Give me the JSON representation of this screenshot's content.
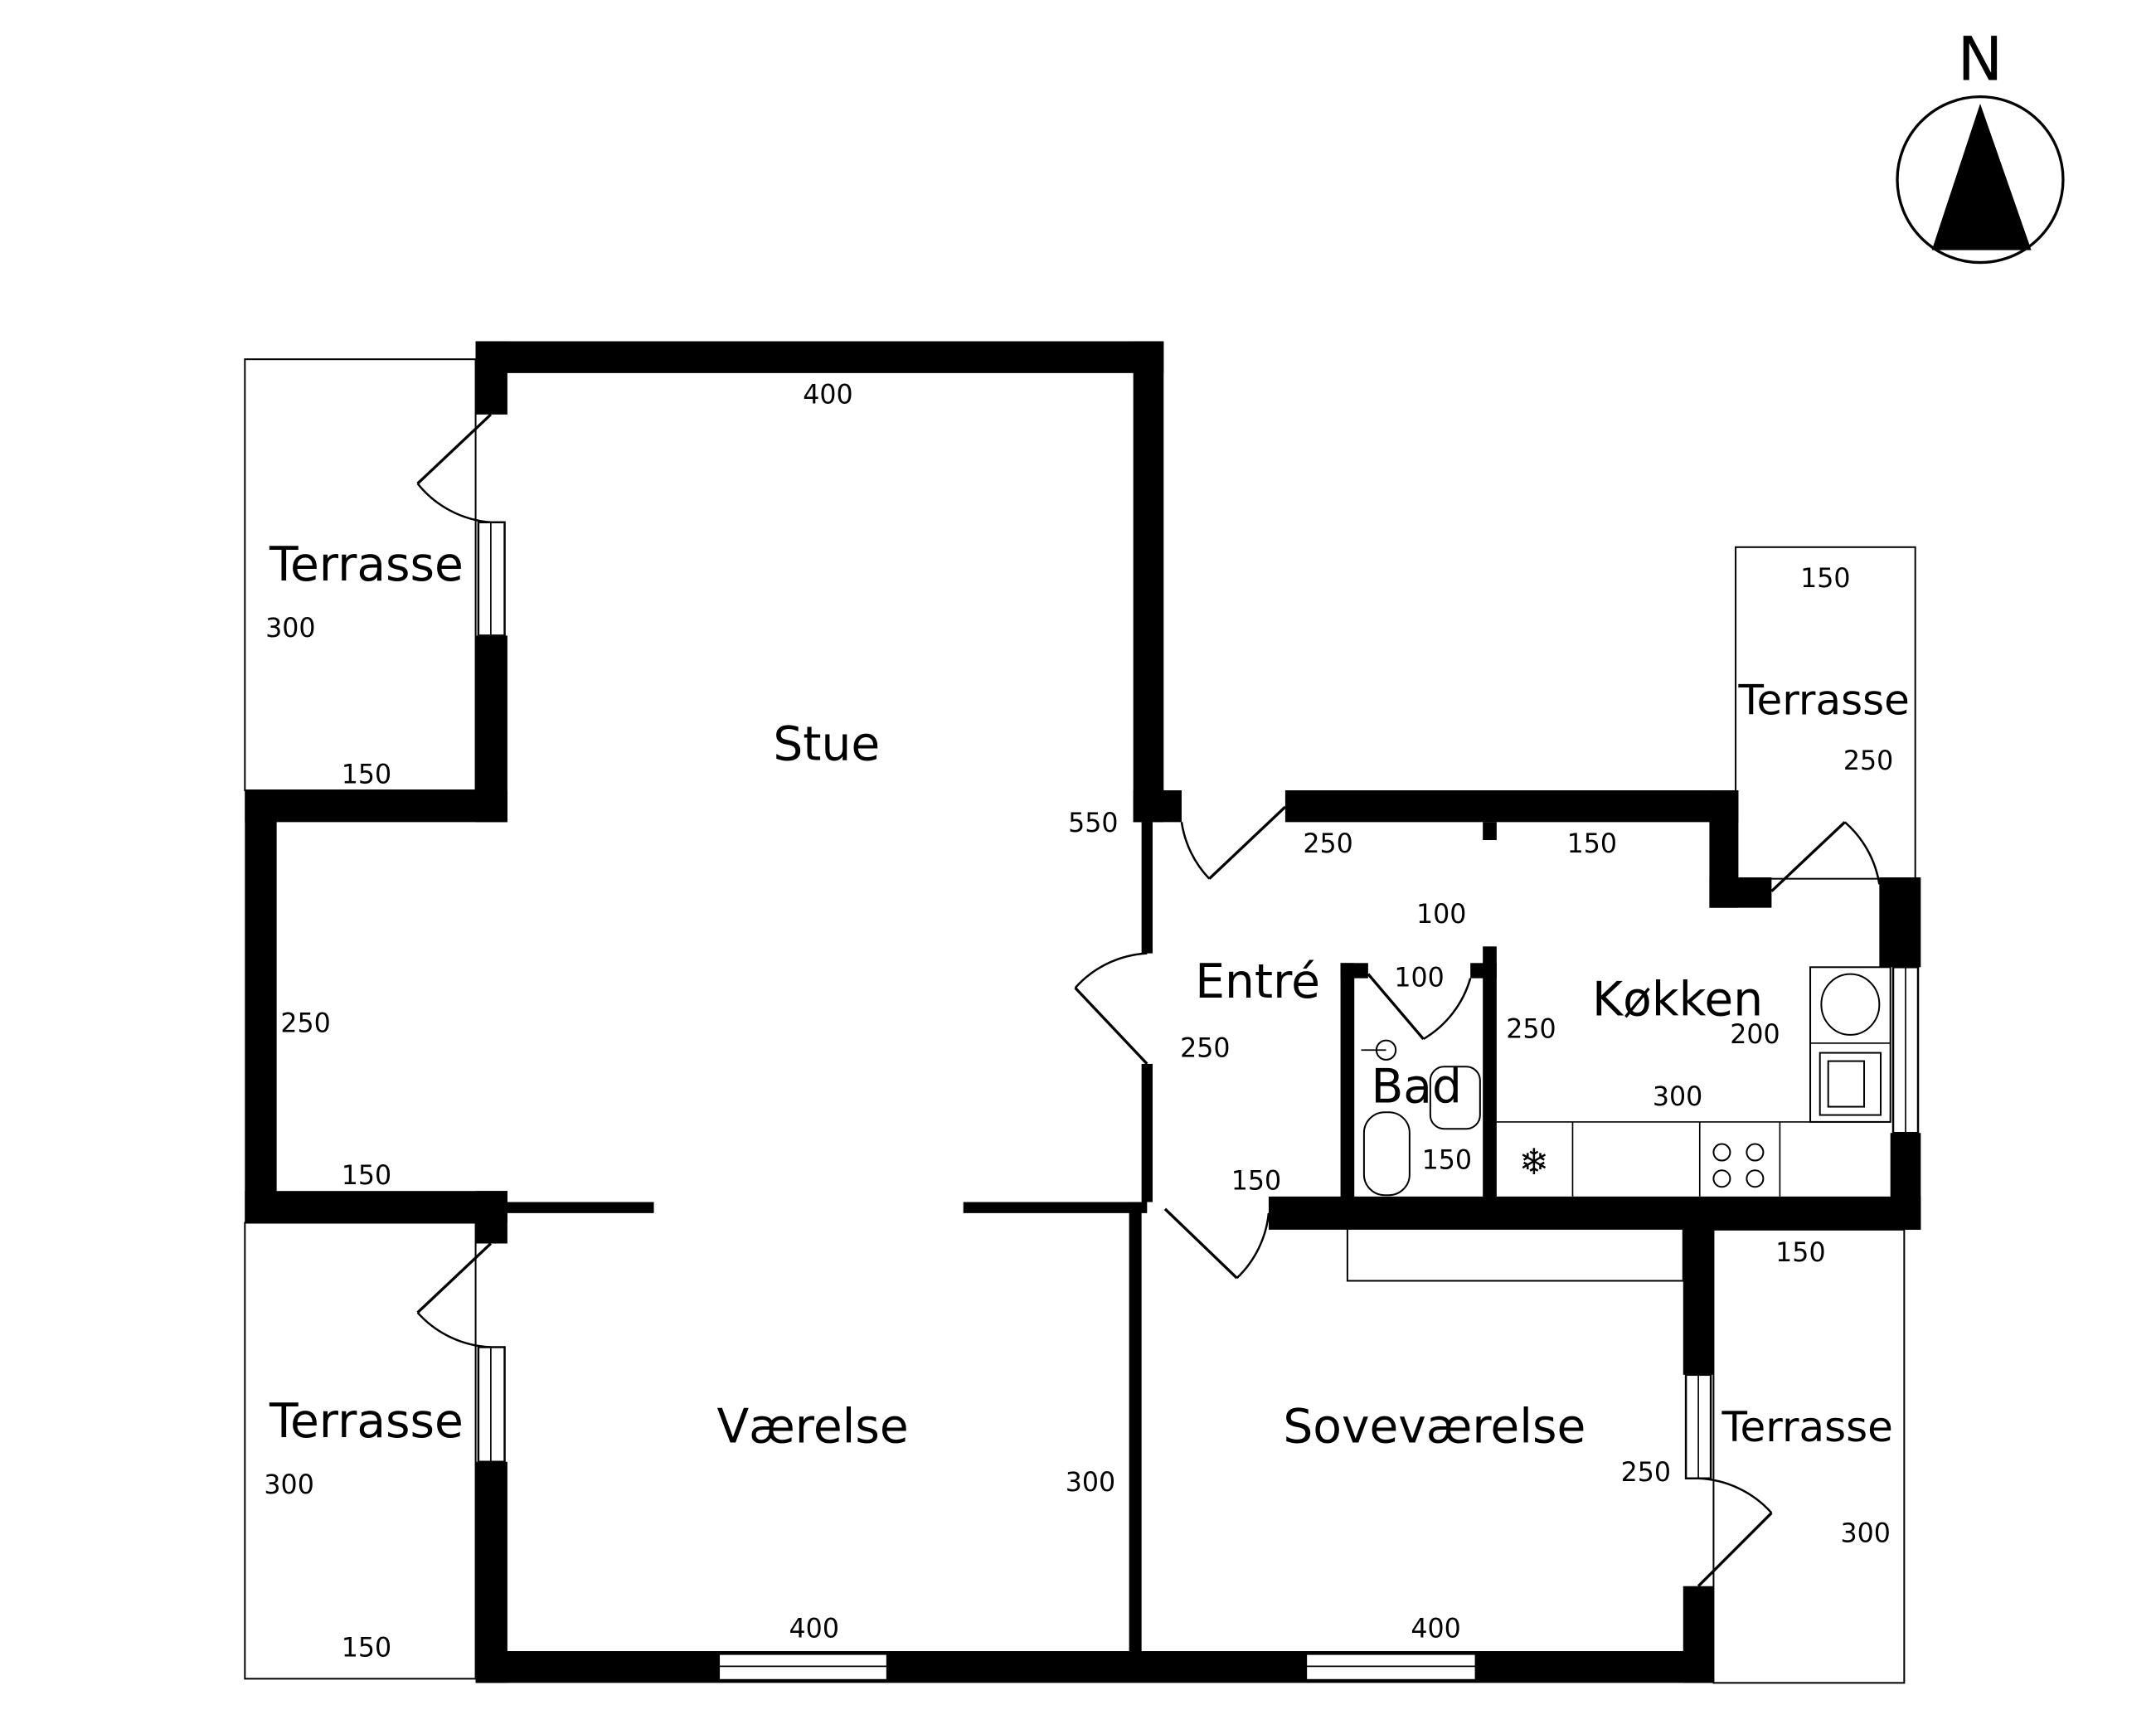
{
  "compass": {
    "label": "N"
  },
  "rooms": {
    "stue": "Stue",
    "entre": "Entré",
    "koekken": "Køkken",
    "bad": "Bad",
    "vaerelse": "Værelse",
    "sovevaerelse": "Soveværelse",
    "terrasse_nw": "Terrasse",
    "terrasse_sw": "Terrasse",
    "terrasse_ne": "Terrasse",
    "terrasse_se": "Terrasse"
  },
  "dimensions": {
    "stue_top": "400",
    "stue_right": "550",
    "terrasse_nw_side": "300",
    "terrasse_nw_bottom": "150",
    "west_wall": "250",
    "terrasse_sw_top": "150",
    "terrasse_sw_side": "300",
    "terrasse_sw_bottom": "150",
    "entre_top": "250",
    "hall_top": "150",
    "hall_depth": "100",
    "bad_top": "100",
    "entre_side": "250",
    "entre_bottom": "150",
    "bad_bottom": "150",
    "koekken_side": "250",
    "koekken_depth": "200",
    "koekken_bottom": "300",
    "terrasse_ne_top": "150",
    "terrasse_ne_side": "250",
    "terrasse_se_top": "150",
    "terrasse_se_side": "300",
    "sovevaerelse_side": "250",
    "sovevaerelse_bottom": "400",
    "vaerelse_side": "300",
    "vaerelse_bottom": "400"
  }
}
